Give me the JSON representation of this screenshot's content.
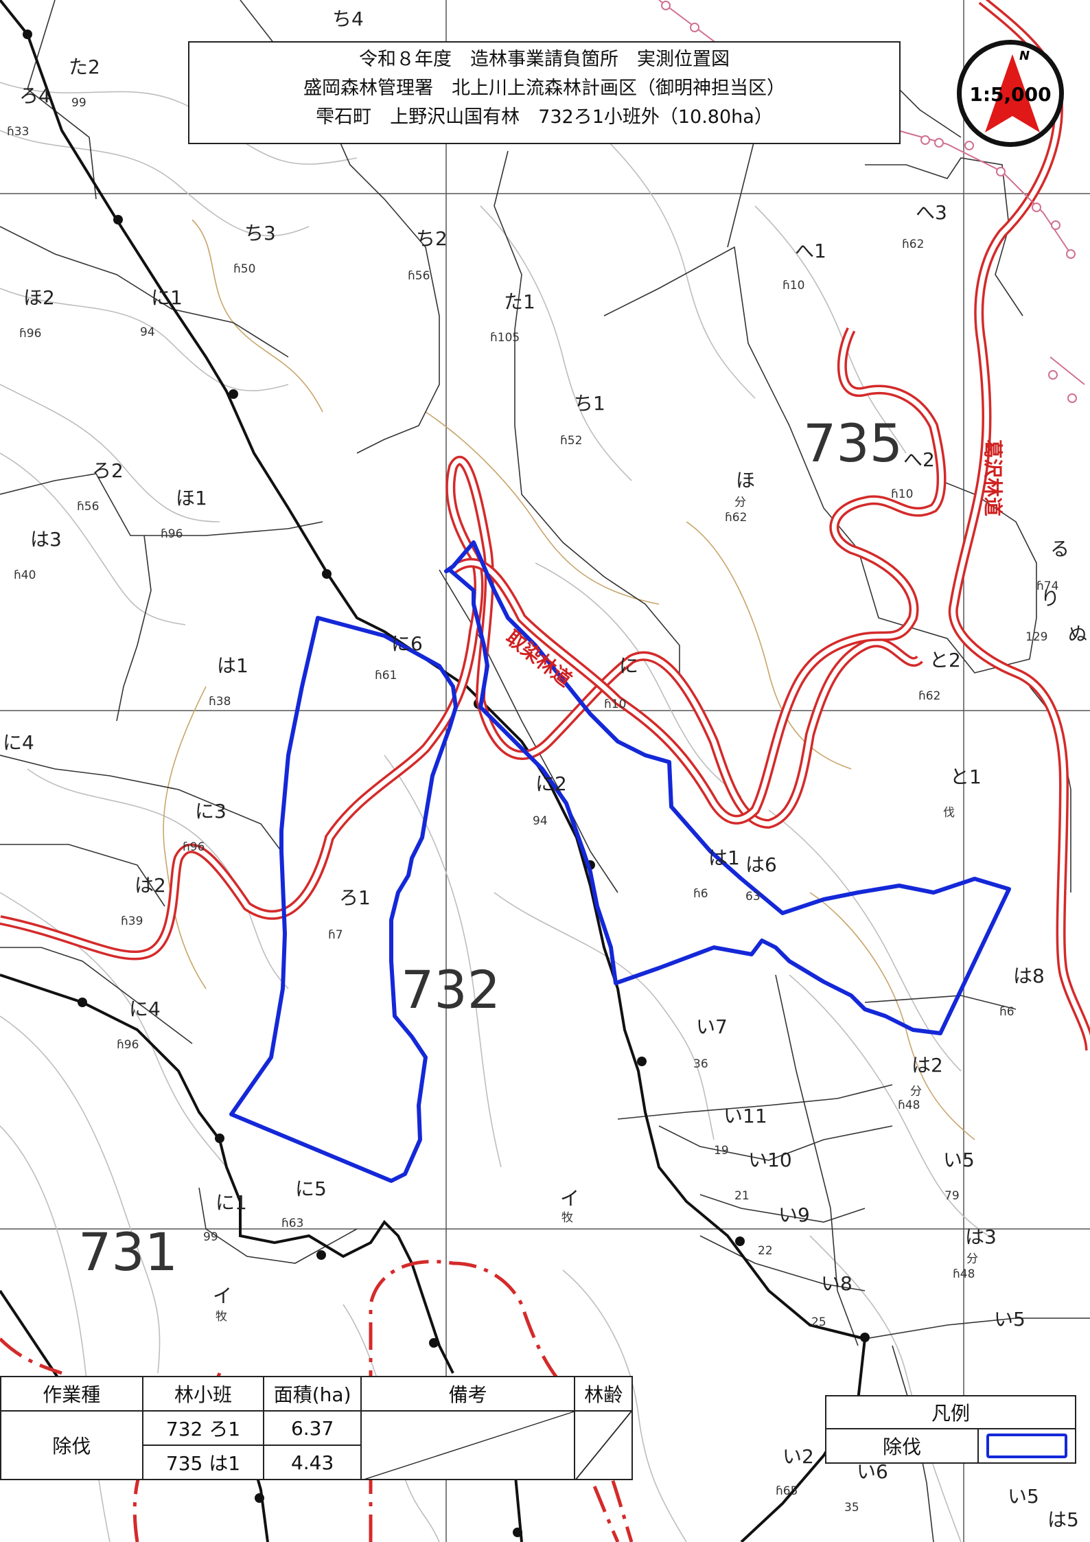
{
  "title": {
    "line1": "令和８年度　造林事業請負箇所　実測位置図",
    "line2": "盛岡森林管理署　北上川上流森林計画区（御明神担当区）",
    "line3": "雫石町　上野沢山国有林　732ろ1小班外（10.80ha）"
  },
  "scale": {
    "north": "N",
    "ratio": "1:5,000"
  },
  "compartments": {
    "c735": "735",
    "c732": "732",
    "c731": "731"
  },
  "roads": {
    "road1": "取染林道",
    "road2": "葛沢林道"
  },
  "labels": [
    "ち4",
    "た2",
    "ろ4",
    "99",
    "ɦ33",
    "ち3",
    "ち2",
    "ɦ50",
    "ɦ56",
    "ほ2",
    "に1",
    "94",
    "ɦ96",
    "た1",
    "ɦ105",
    "へ3",
    "ɦ62",
    "へ1",
    "ɦ10",
    "ち1",
    "ɦ52",
    "735",
    "ほ",
    "分",
    "ɦ62",
    "へ2",
    "ɦ10",
    "ろ2",
    "ɦ56",
    "ほ1",
    "ɦ96",
    "は3",
    "ɦ40",
    "る",
    "ɦ74",
    "り",
    "ぬ",
    "129",
    "に6",
    "ɦ61",
    "は1",
    "ɦ38",
    "に",
    "ɦ10",
    "と2",
    "ɦ62",
    "に4",
    "に3",
    "ɦ96",
    "に2",
    "94",
    "と1",
    "伐",
    "は2",
    "ɦ39",
    "ろ1",
    "ɦ7",
    "は1",
    "は6",
    "ɦ6",
    "63",
    "732",
    "は8",
    "ɦ6",
    "に4",
    "ɦ96",
    "い7",
    "36",
    "は2",
    "分",
    "ɦ48",
    "い11",
    "19",
    "い10",
    "い5",
    "79",
    "21",
    "い9",
    "に5",
    "ɦ63",
    "に1",
    "99",
    "イ",
    "牧",
    "22",
    "は3",
    "分",
    "ɦ48",
    "い8",
    "25",
    "い5",
    "イ",
    "牧",
    "い2",
    "い6",
    "ɦ65",
    "35",
    "い5",
    "は5"
  ],
  "table": {
    "headers": [
      "作業種",
      "林小班",
      "面積(ha)",
      "備考",
      "林齢"
    ],
    "work_type": "除伐",
    "rows": [
      {
        "stand": "732 ろ1",
        "area": "6.37"
      },
      {
        "stand": "735 は1",
        "area": "4.43"
      }
    ]
  },
  "legend": {
    "title": "凡例",
    "item": "除伐"
  },
  "colors": {
    "boundary": "#1428d8",
    "road": "#d42a2a",
    "contour": "#b7b7b7",
    "grid": "#555555"
  }
}
